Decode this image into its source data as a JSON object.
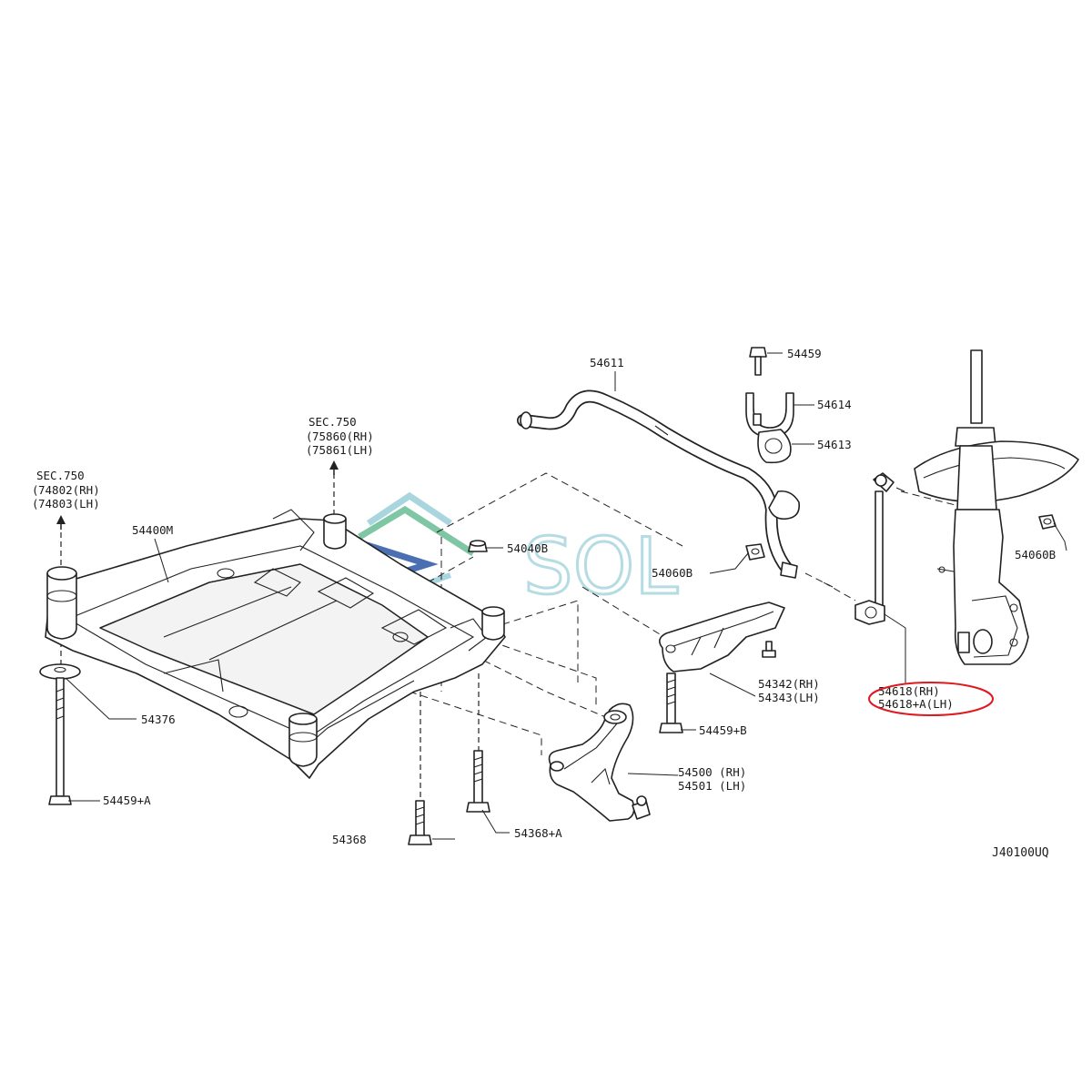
{
  "diagram_code": "J40100UQ",
  "watermark": {
    "text": "SOL",
    "colors": [
      "#a9d6de",
      "#7fc6a4",
      "#4a6fb3"
    ]
  },
  "highlight_color": "#e0191f",
  "sections": {
    "sec_left": {
      "title": "SEC.750",
      "rh": "74802(RH)",
      "lh": "74803(LH)"
    },
    "sec_top": {
      "title": "SEC.750",
      "rh": "75860(RH)",
      "lh": "75861(LH)"
    }
  },
  "parts": {
    "crossmember": "54400M",
    "washer": "54376",
    "bolt_a": "54459+A",
    "bolt_54368": "54368",
    "bolt_54368a": "54368+A",
    "nut_54040b": "54040B",
    "stabilizer_bar": "54611",
    "bolt_54459": "54459",
    "clamp": "54614",
    "bushing": "54613",
    "nut_54060b_mid": "54060B",
    "nut_54060b_right": "54060B",
    "bracket_rh": "54342(RH)",
    "bracket_lh": "54343(LH)",
    "bolt_b": "54459+B",
    "lower_arm_rh": "54500 (RH)",
    "lower_arm_lh": "54501 (LH)",
    "link_rh": "54618(RH)",
    "link_lh": "54618+A(LH)"
  }
}
